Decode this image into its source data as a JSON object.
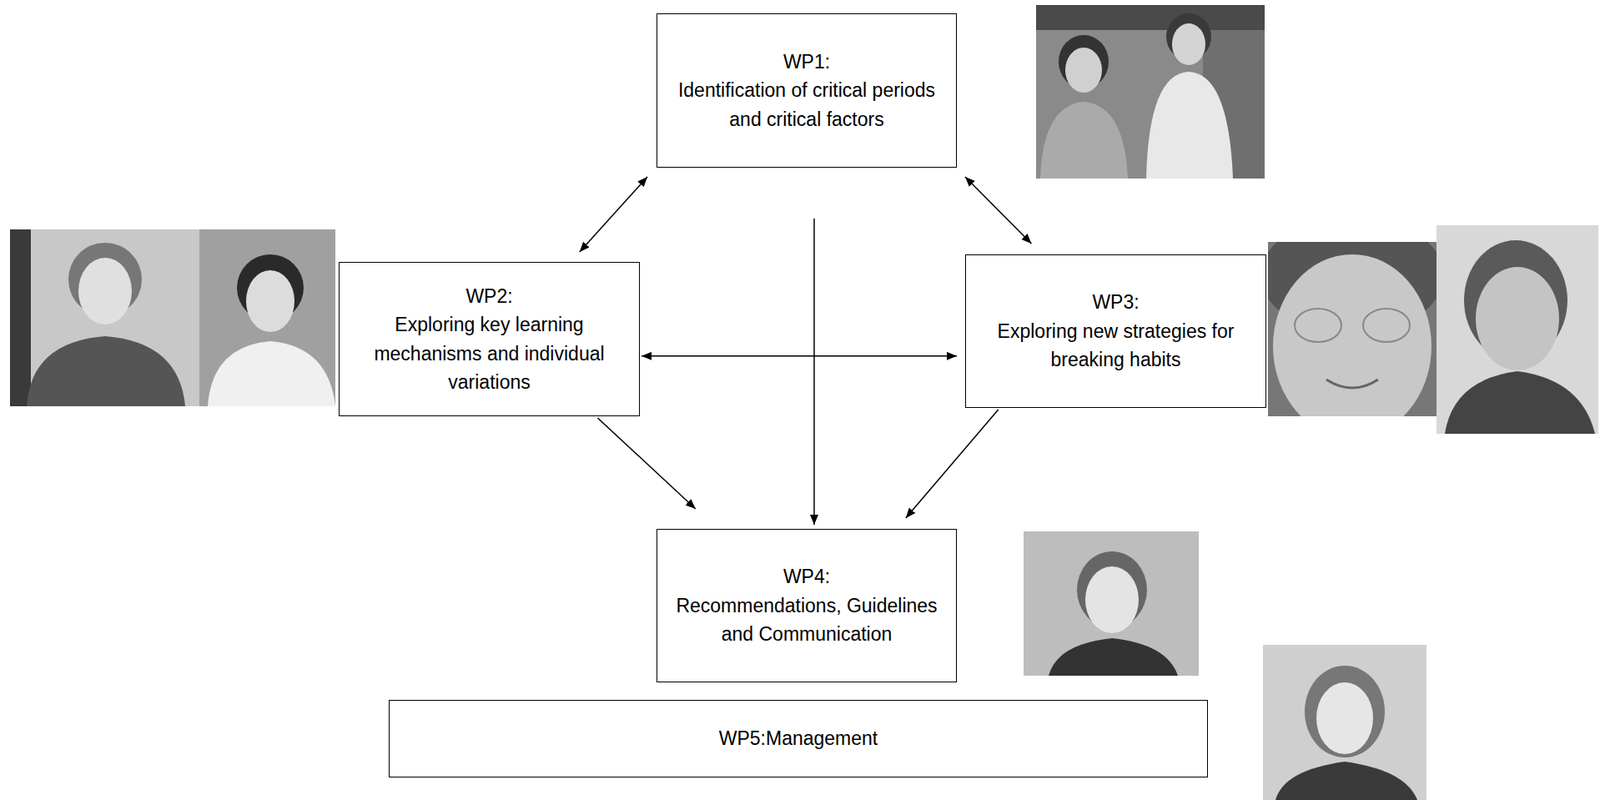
{
  "diagram": {
    "nodes": [
      {
        "text": [
          "WP1:",
          "Identification of critical periods and critical factors"
        ]
      },
      {
        "text": [
          "WP2:",
          "Exploring key learning mechanisms and individual variations"
        ]
      },
      {
        "text": [
          "WP3:",
          "Exploring new strategies for breaking habits"
        ]
      },
      {
        "text": [
          "WP4:",
          "Recommendations, Guidelines and Communication"
        ]
      },
      {
        "text": [
          "WP5:Management"
        ]
      }
    ],
    "edges": [
      {
        "from": 0,
        "to": 1,
        "arrow": "both"
      },
      {
        "from": 0,
        "to": 2,
        "arrow": "both"
      },
      {
        "from": 1,
        "to": 2,
        "arrow": "both"
      },
      {
        "from": 0,
        "to": 3,
        "arrow": "to"
      },
      {
        "from": 1,
        "to": 3,
        "arrow": "to"
      },
      {
        "from": 2,
        "to": 3,
        "arrow": "to"
      }
    ]
  }
}
